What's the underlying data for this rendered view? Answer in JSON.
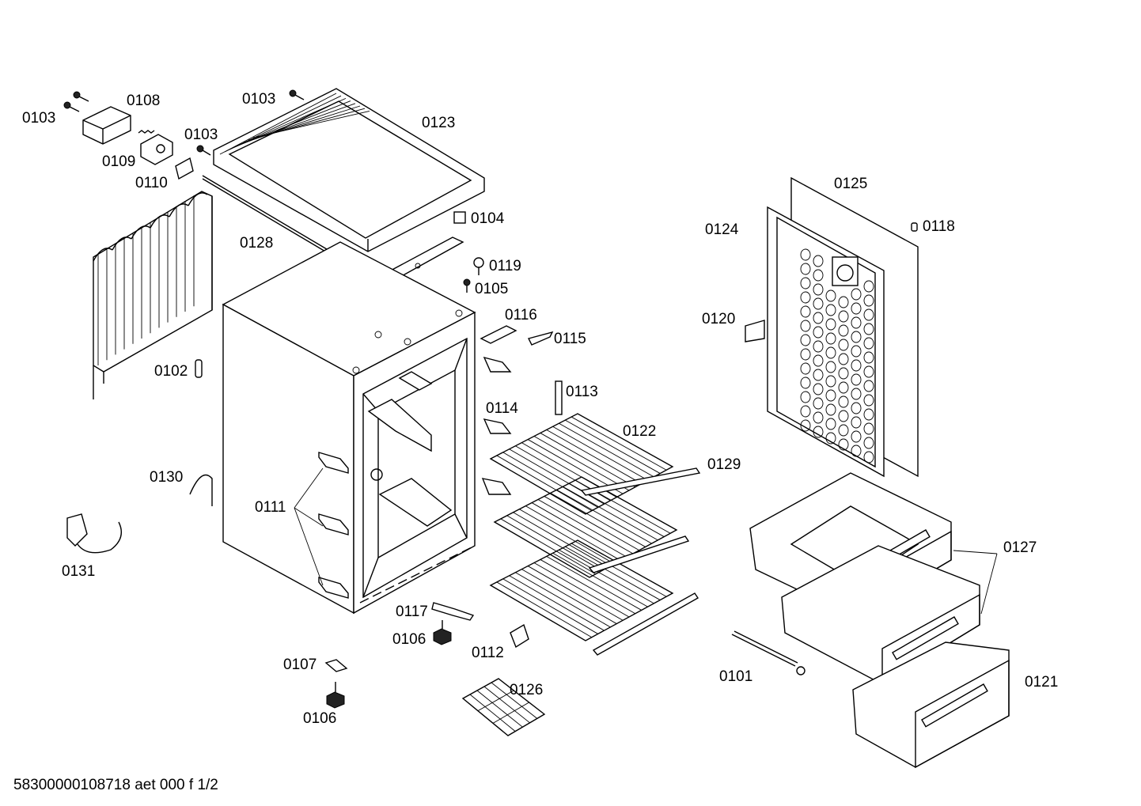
{
  "drawing_ref": "58300000108718 aet 000 f 1/2",
  "labels": {
    "l0101": "0101",
    "l0102": "0102",
    "l0103a": "0103",
    "l0103b": "0103",
    "l0103c": "0103",
    "l0104": "0104",
    "l0105": "0105",
    "l0106a": "0106",
    "l0106b": "0106",
    "l0107": "0107",
    "l0108": "0108",
    "l0109": "0109",
    "l0110": "0110",
    "l0111": "0111",
    "l0112": "0112",
    "l0113": "0113",
    "l0114": "0114",
    "l0115": "0115",
    "l0116": "0116",
    "l0117": "0117",
    "l0118": "0118",
    "l0119": "0119",
    "l0120": "0120",
    "l0121": "0121",
    "l0122": "0122",
    "l0123": "0123",
    "l0124": "0124",
    "l0125": "0125",
    "l0126": "0126",
    "l0127": "0127",
    "l0128": "0128",
    "l0129": "0129",
    "l0130": "0130",
    "l0131": "0131"
  }
}
